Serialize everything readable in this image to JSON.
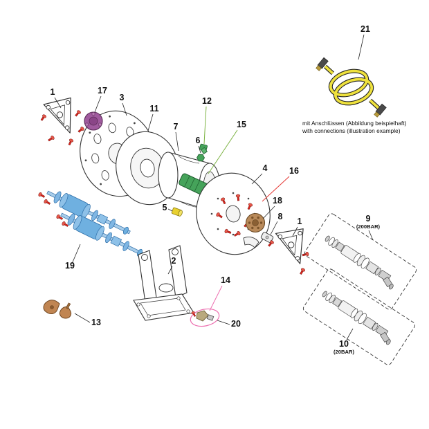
{
  "diagram": {
    "type": "exploded-parts-diagram",
    "caption": {
      "de": "mit Anschlüssen (Abbildung beispielhaft)",
      "en": "with connections (illustration example)"
    },
    "labels": {
      "p1L": "1",
      "p17": "17",
      "p3": "3",
      "p11": "11",
      "p7": "7",
      "p12": "12",
      "p15": "15",
      "p6": "6",
      "p5": "5",
      "p4": "4",
      "p16": "16",
      "p18": "18",
      "p8": "8",
      "p1R": "1",
      "p9": "9",
      "p9sub": "(200BAR)",
      "p10": "10",
      "p10sub": "(20BAR)",
      "p19": "19",
      "p2": "2",
      "p13": "13",
      "p14": "14",
      "p20": "20",
      "p21": "21"
    },
    "colors": {
      "leader_green": "#7cb342",
      "leader_red": "#e53935",
      "leader_pink": "#ec6daf",
      "hose_yellow": "#efe23d",
      "rollers_blue": "#6fb0e0",
      "hub_purple": "#a05a9e",
      "fitting_green": "#45a35a",
      "fitting_yellow": "#e8d02f",
      "hub_brown": "#b98a5a",
      "latch_copper": "#c08552",
      "screw_red": "#d9251d"
    }
  }
}
